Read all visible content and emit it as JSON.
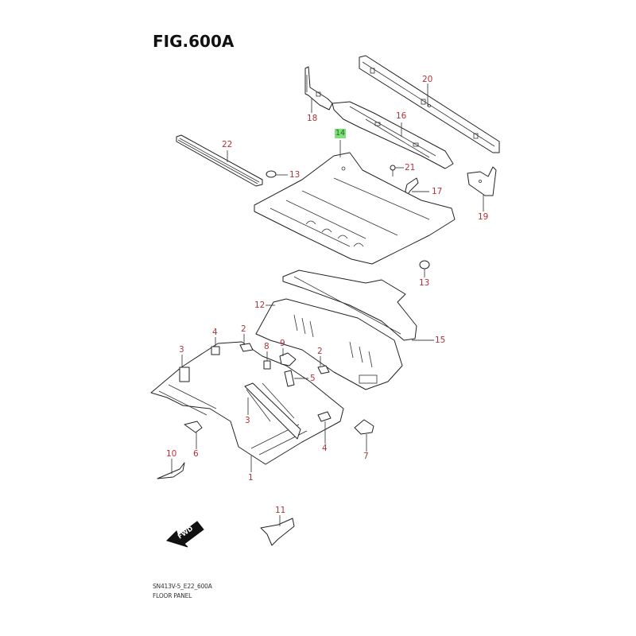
{
  "figure": {
    "title": "FIG.600A",
    "code": "SN413V-5_E22_600A",
    "name": "FLOOR PANEL",
    "highlighted_part": "14",
    "label_color": "#b3333b",
    "highlight_color": "#7ee07a"
  },
  "callouts": [
    {
      "id": "c20",
      "label": "20"
    },
    {
      "id": "c18",
      "label": "18"
    },
    {
      "id": "c16",
      "label": "16"
    },
    {
      "id": "c14",
      "label": "14"
    },
    {
      "id": "c22",
      "label": "22"
    },
    {
      "id": "c13a",
      "label": "13"
    },
    {
      "id": "c21",
      "label": "21"
    },
    {
      "id": "c17",
      "label": "17"
    },
    {
      "id": "c19",
      "label": "19"
    },
    {
      "id": "c13b",
      "label": "13"
    },
    {
      "id": "c12",
      "label": "12"
    },
    {
      "id": "c15",
      "label": "15"
    },
    {
      "id": "c4a",
      "label": "4"
    },
    {
      "id": "c2a",
      "label": "2"
    },
    {
      "id": "c3a",
      "label": "3"
    },
    {
      "id": "c8",
      "label": "8"
    },
    {
      "id": "c9",
      "label": "9"
    },
    {
      "id": "c2b",
      "label": "2"
    },
    {
      "id": "c5",
      "label": "5"
    },
    {
      "id": "c3b",
      "label": "3"
    },
    {
      "id": "c4b",
      "label": "4"
    },
    {
      "id": "c6",
      "label": "6"
    },
    {
      "id": "c7",
      "label": "7"
    },
    {
      "id": "c10",
      "label": "10"
    },
    {
      "id": "c1",
      "label": "1"
    },
    {
      "id": "c11",
      "label": "11"
    }
  ],
  "fwd_arrow": {
    "label": "FWD"
  }
}
